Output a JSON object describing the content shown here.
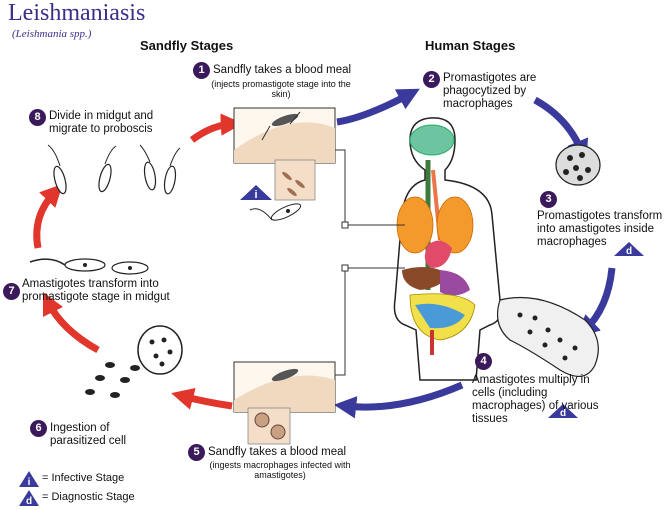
{
  "header": {
    "title": "Leishmaniasis",
    "subtitle": "(Leishmania spp.)"
  },
  "sections": {
    "sandfly": "Sandfly Stages",
    "human": "Human Stages"
  },
  "steps": [
    {
      "num": "1",
      "text": "Sandfly takes a blood meal",
      "sub": "(injects promastigote stage into the skin)"
    },
    {
      "num": "2",
      "text": "Promastigotes are phagocytized by macrophages",
      "sub": ""
    },
    {
      "num": "3",
      "text": "Promastigotes transform into amastigotes inside macrophages",
      "sub": ""
    },
    {
      "num": "4",
      "text": "Amastigotes multiply in cells (including macrophages) of various tissues",
      "sub": ""
    },
    {
      "num": "5",
      "text": "Sandfly takes a blood meal",
      "sub": "(ingests macrophages infected with amastigotes)"
    },
    {
      "num": "6",
      "text": "Ingestion of parasitized cell",
      "sub": ""
    },
    {
      "num": "7",
      "text": "Amastigotes transform into promastigote stage in midgut",
      "sub": ""
    },
    {
      "num": "8",
      "text": "Divide in midgut and migrate to proboscis",
      "sub": ""
    }
  ],
  "legend": {
    "infective_letter": "i",
    "infective_label": "= Infective Stage",
    "diagnostic_letter": "d",
    "diagnostic_label": "= Diagnostic Stage"
  },
  "colors": {
    "sandfly_arrow": "#e0362c",
    "human_arrow": "#3a3a9c",
    "badge": "#3b1a5c",
    "title": "#3a2e8c"
  }
}
